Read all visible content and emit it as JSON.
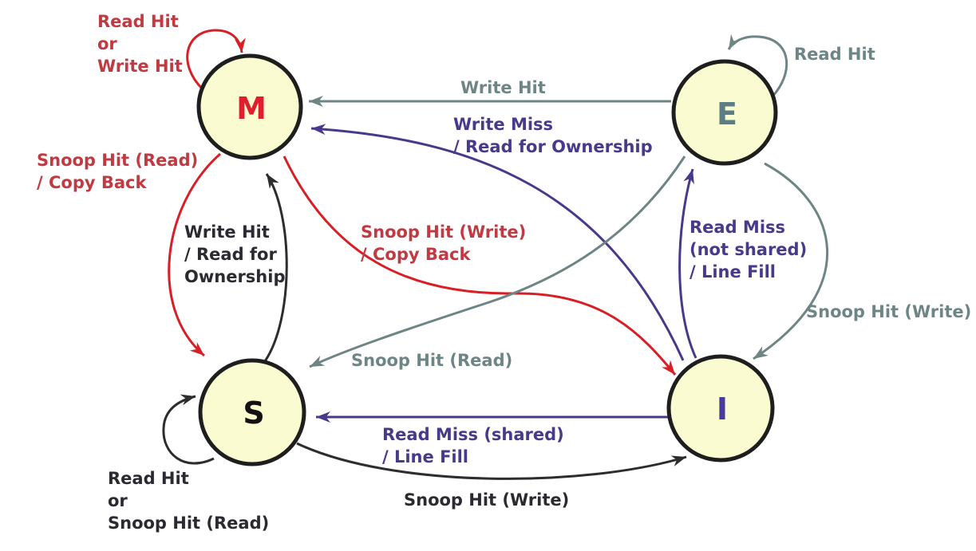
{
  "colors": {
    "red_arrow": "#D91F26",
    "red_text": "#C13A41",
    "gray": "#6E8585",
    "purple": "#463A8B",
    "black_arrow": "#2D2D2D",
    "black_text": "#2A2A33",
    "state_fill": "#FBFBD2",
    "state_border": "#1E1E1E"
  },
  "states": [
    {
      "id": "M",
      "label": "M",
      "color": "#E01E2D"
    },
    {
      "id": "E",
      "label": "E",
      "color": "#5C7D84"
    },
    {
      "id": "S",
      "label": "S",
      "color": "#111111"
    },
    {
      "id": "I",
      "label": "I",
      "color": "#473C9E"
    }
  ],
  "transitions": [
    {
      "from": "M",
      "to": "M",
      "color": "red",
      "label_lines": [
        "Read Hit",
        "or",
        "Write Hit"
      ]
    },
    {
      "from": "E",
      "to": "E",
      "color": "gray",
      "label_lines": [
        "Read Hit"
      ]
    },
    {
      "from": "E",
      "to": "M",
      "color": "gray",
      "label_lines": [
        "Write Hit"
      ]
    },
    {
      "from": "I",
      "to": "M",
      "color": "purple",
      "label_lines": [
        "Write Miss",
        "/ Read for Ownership"
      ]
    },
    {
      "from": "M",
      "to": "S",
      "color": "red",
      "label_lines": [
        "Snoop Hit (Read)",
        "/ Copy Back"
      ]
    },
    {
      "from": "S",
      "to": "M",
      "color": "black",
      "label_lines": [
        "Write Hit",
        "/ Read for",
        "Ownership"
      ]
    },
    {
      "from": "M",
      "to": "I",
      "color": "red",
      "label_lines": [
        "Snoop Hit (Write)",
        "/ Copy Back"
      ]
    },
    {
      "from": "E",
      "to": "S",
      "color": "gray",
      "label_lines": [
        "Snoop Hit (Read)"
      ]
    },
    {
      "from": "I",
      "to": "E",
      "color": "purple",
      "label_lines": [
        "Read Miss",
        "(not shared)",
        "/ Line Fill"
      ]
    },
    {
      "from": "E",
      "to": "I",
      "color": "gray",
      "label_lines": [
        "Snoop Hit (Write)"
      ]
    },
    {
      "from": "S",
      "to": "S",
      "color": "black",
      "label_lines": [
        "Read Hit",
        "or",
        "Snoop Hit (Read)"
      ]
    },
    {
      "from": "I",
      "to": "S",
      "color": "purple",
      "label_lines": [
        "Read Miss (shared)",
        "/ Line Fill"
      ]
    },
    {
      "from": "S",
      "to": "I",
      "color": "black",
      "label_lines": [
        "Snoop Hit (Write)"
      ]
    }
  ]
}
